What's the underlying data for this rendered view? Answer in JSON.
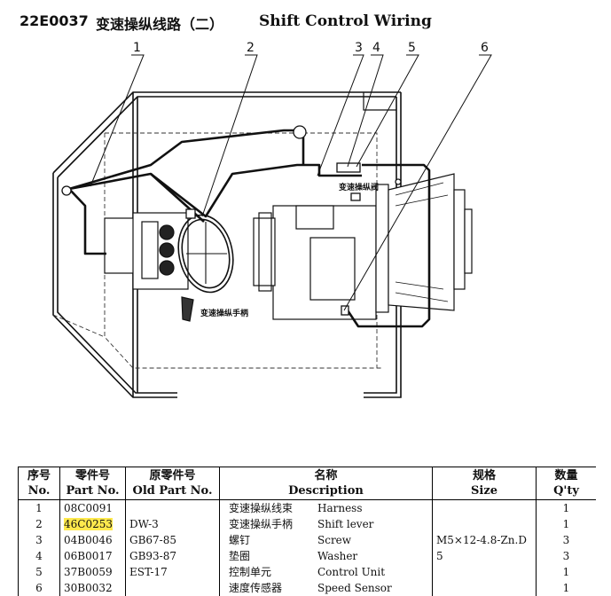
{
  "header": {
    "code": "22E0037",
    "title_cn": "变速操纵线路（二）",
    "title_en": "Shift Control Wiring"
  },
  "diagram": {
    "callouts": [
      "1",
      "2",
      "3",
      "4",
      "5",
      "6"
    ],
    "labels": {
      "valve": "变速操纵阀",
      "handle": "变速操纵手柄"
    }
  },
  "table": {
    "headers": {
      "no": {
        "cn": "序号",
        "en": "No."
      },
      "part_no": {
        "cn": "零件号",
        "en": "Part No."
      },
      "old_part_no": {
        "cn": "原零件号",
        "en": "Old Part No."
      },
      "description": {
        "cn": "名称",
        "en": "Description"
      },
      "size": {
        "cn": "规格",
        "en": "Size"
      },
      "qty": {
        "cn": "数量",
        "en": "Q'ty"
      }
    },
    "rows": [
      {
        "no": "1",
        "part_no": "08C0091",
        "old_part_no": "",
        "desc_cn": "变速操纵线束",
        "desc_en": "Harness",
        "size": "",
        "qty": "1"
      },
      {
        "no": "2",
        "part_no": "46C0253",
        "old_part_no": "DW-3",
        "desc_cn": "变速操纵手柄",
        "desc_en": "Shift lever",
        "size": "",
        "qty": "1",
        "highlight": true
      },
      {
        "no": "3",
        "part_no": "04B0046",
        "old_part_no": "GB67-85",
        "desc_cn": "螺钉",
        "desc_en": "Screw",
        "size": "M5×12-4.8-Zn.D",
        "qty": "3"
      },
      {
        "no": "4",
        "part_no": "06B0017",
        "old_part_no": "GB93-87",
        "desc_cn": "垫圈",
        "desc_en": "Washer",
        "size": "5",
        "qty": "3"
      },
      {
        "no": "5",
        "part_no": "37B0059",
        "old_part_no": "EST-17",
        "desc_cn": "控制单元",
        "desc_en": "Control Unit",
        "size": "",
        "qty": "1"
      },
      {
        "no": "6",
        "part_no": "30B0032",
        "old_part_no": "",
        "desc_cn": "速度传感器",
        "desc_en": "Speed Sensor",
        "size": "",
        "qty": "1"
      }
    ]
  },
  "colors": {
    "highlight": "#ffe94d",
    "ink": "#111111"
  }
}
